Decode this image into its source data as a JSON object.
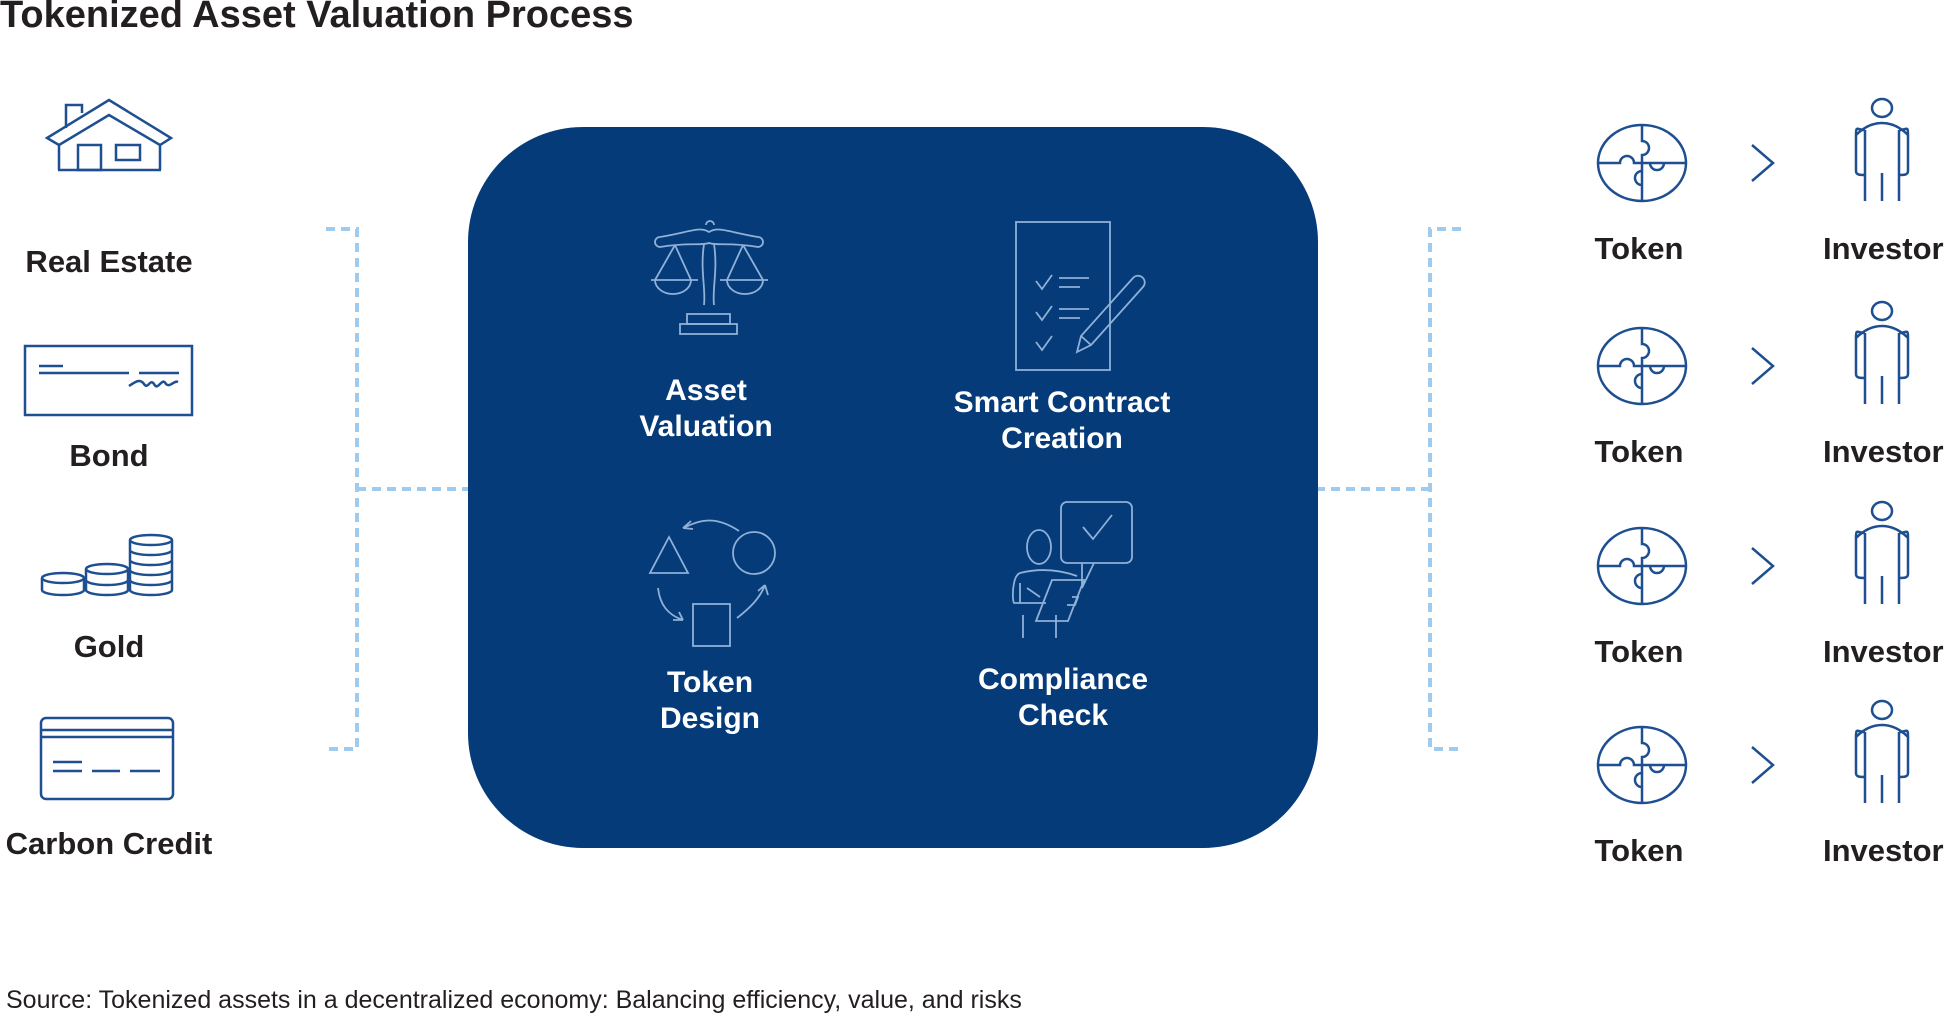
{
  "title": "Tokenized Asset Valuation Process",
  "assets": [
    {
      "label": "Real Estate",
      "icon": "house-icon"
    },
    {
      "label": "Bond",
      "icon": "bond-certificate-icon"
    },
    {
      "label": "Gold",
      "icon": "coin-stacks-icon"
    },
    {
      "label": "Carbon Credit",
      "icon": "credit-card-icon"
    }
  ],
  "process": [
    {
      "line1": "Asset",
      "line2": "Valuation",
      "icon": "scales-icon"
    },
    {
      "line1": "Smart Contract",
      "line2": "Creation",
      "icon": "checklist-pencil-icon"
    },
    {
      "line1": "Token",
      "line2": "Design",
      "icon": "shapes-cycle-icon"
    },
    {
      "line1": "Compliance",
      "line2": "Check",
      "icon": "person-approval-icon"
    }
  ],
  "outputs": [
    {
      "token": "Token",
      "investor": "Investor"
    },
    {
      "token": "Token",
      "investor": "Investor"
    },
    {
      "token": "Token",
      "investor": "Investor"
    },
    {
      "token": "Token",
      "investor": "Investor"
    }
  ],
  "source": "Source: Tokenized assets in a decentralized economy: Balancing efficiency, value, and risks",
  "colors": {
    "box": "#053b78",
    "icon": "#1d4f91",
    "inner_icon": "#8fb0d8",
    "connector": "#9ecbee"
  }
}
